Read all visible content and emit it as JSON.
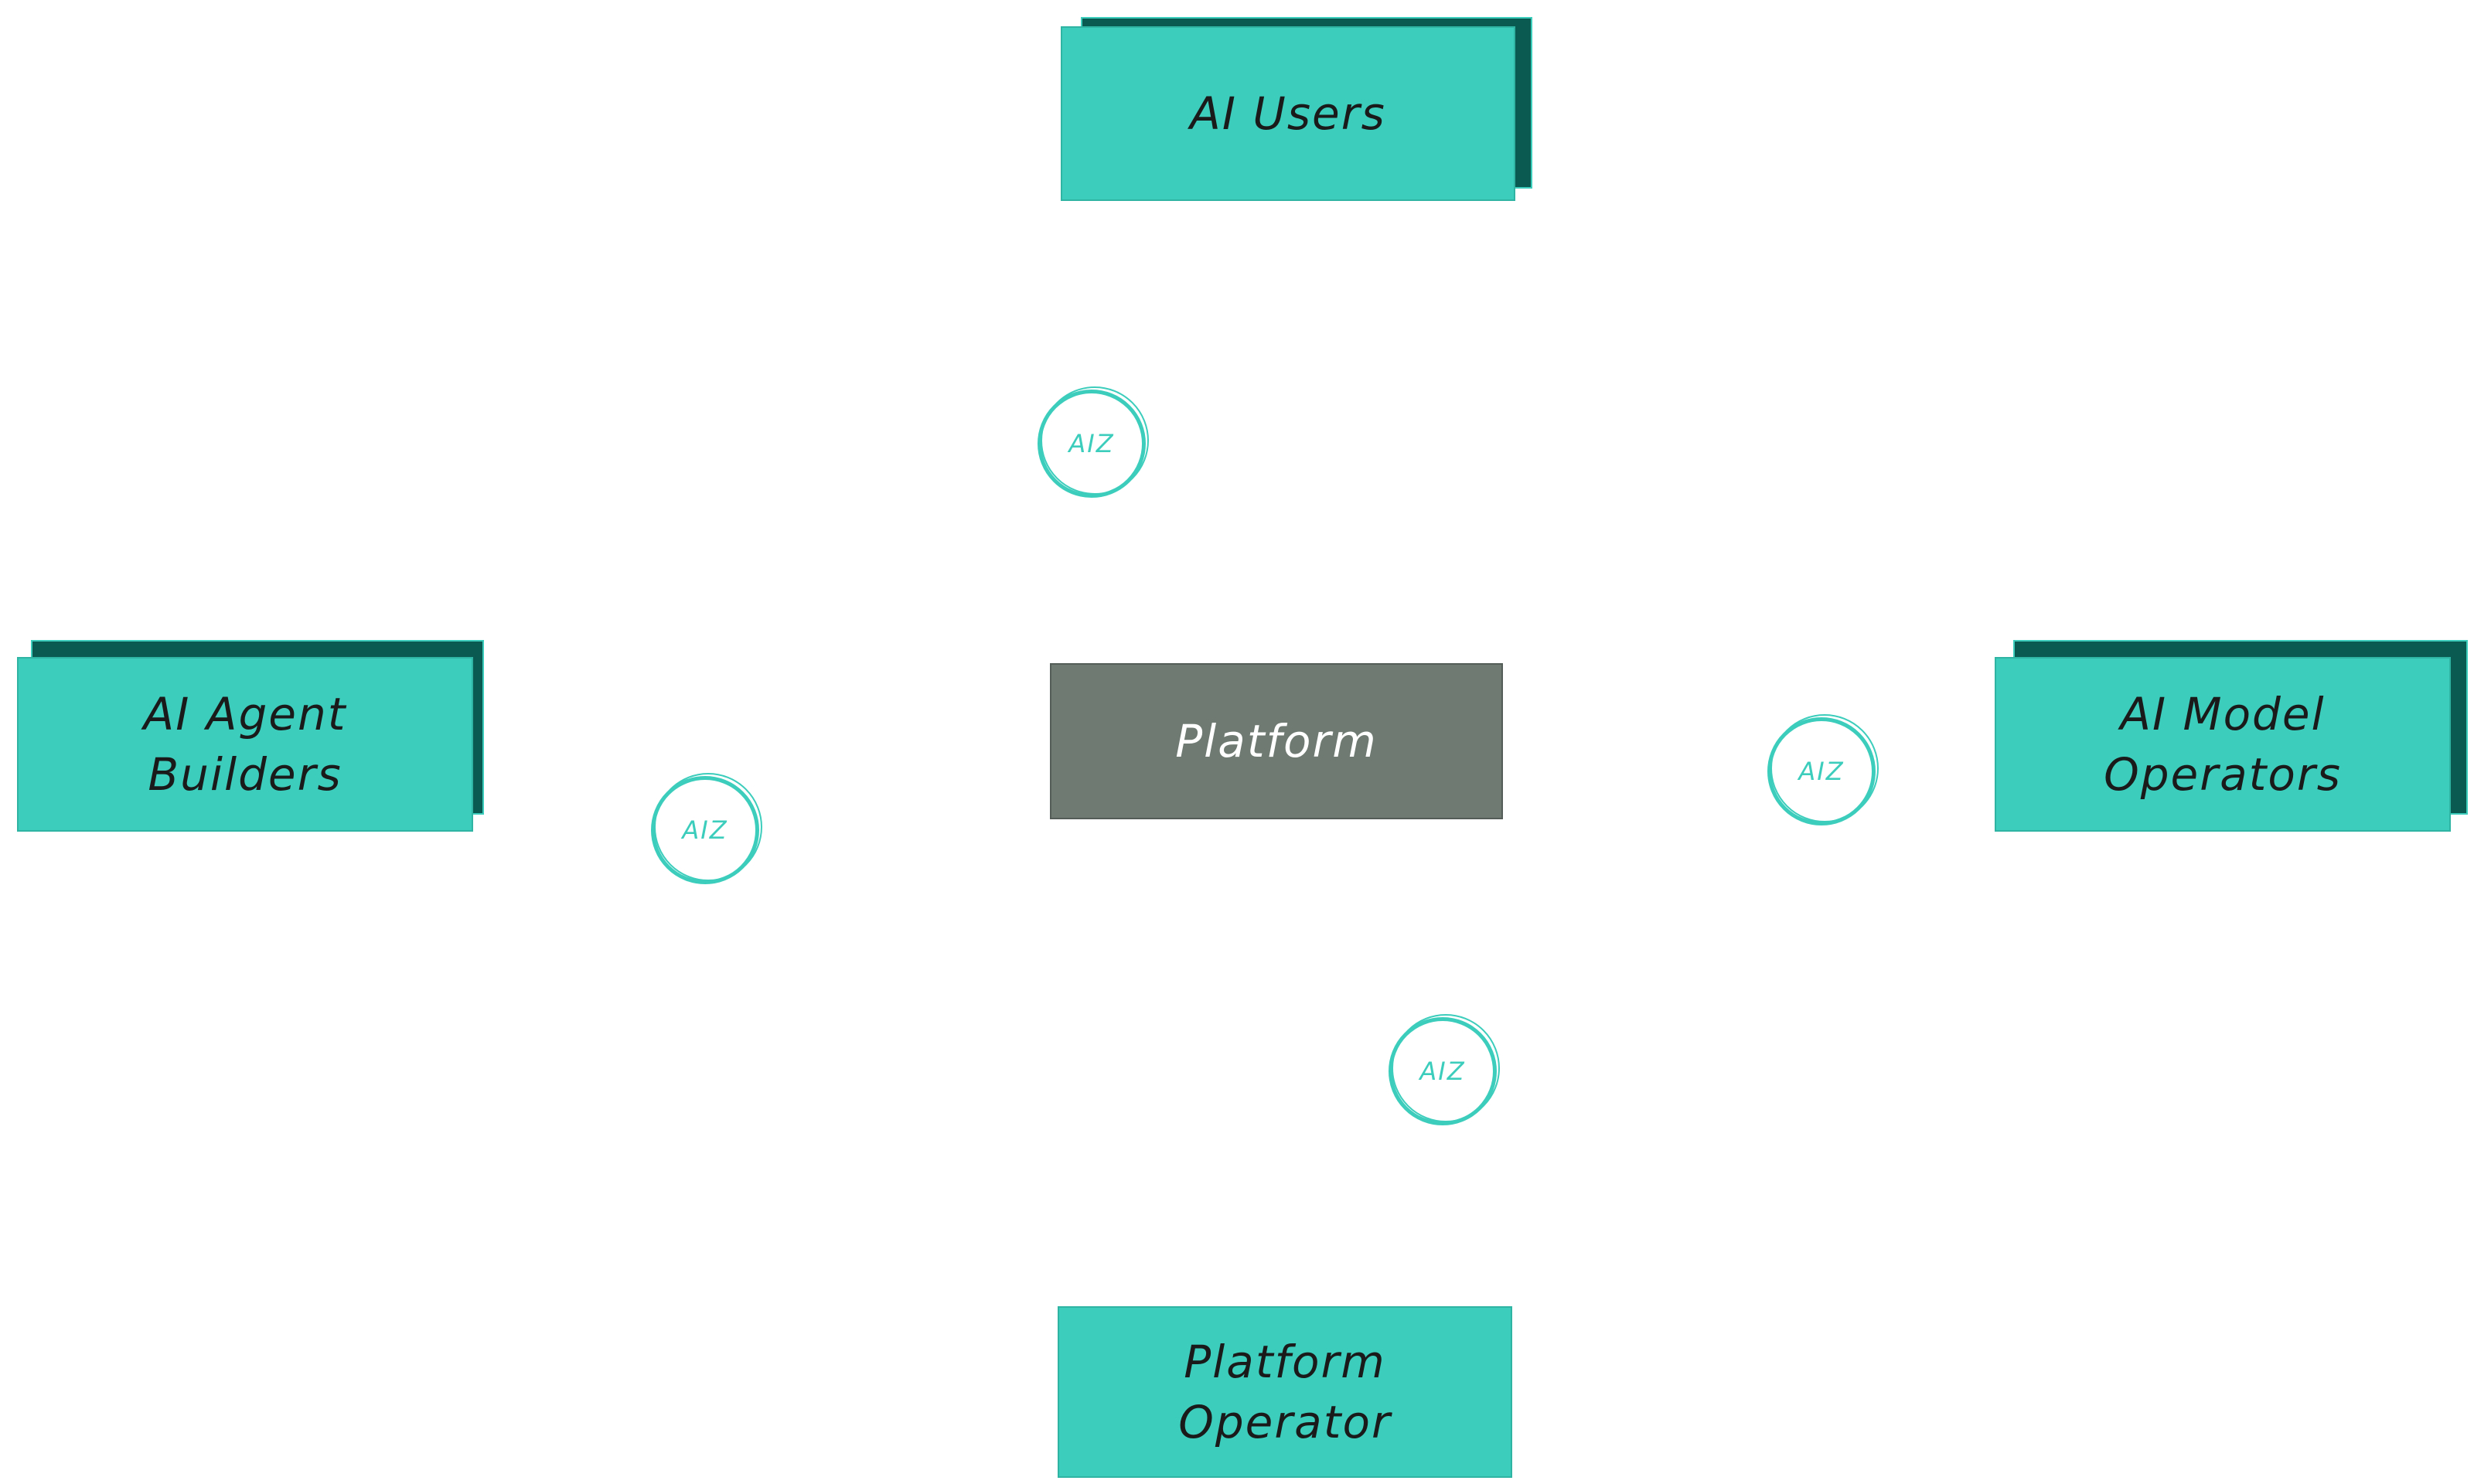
{
  "nodes": {
    "ai_users": {
      "label": "AI Users"
    },
    "ai_agent_builders": {
      "label": "AI Agent\nBuilders"
    },
    "platform": {
      "label": "Platform"
    },
    "ai_model_operators": {
      "label": "AI Model\nOperators"
    },
    "platform_operator": {
      "label": "Platform\nOperator"
    }
  },
  "zones": [
    {
      "label": "AIZ"
    },
    {
      "label": "AIZ"
    },
    {
      "label": "AIZ"
    },
    {
      "label": "AIZ"
    }
  ],
  "colors": {
    "teal_fill": "#3ccdbc",
    "teal_shadow": "#0b5a52",
    "platform_fill": "#6f7a72",
    "zone_stroke": "#3ccdbc"
  }
}
